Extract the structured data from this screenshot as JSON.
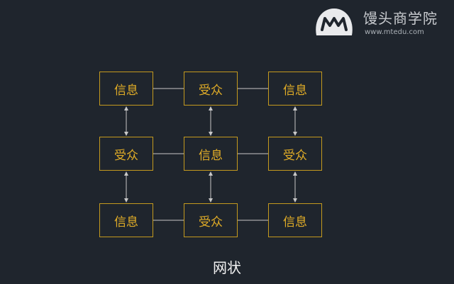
{
  "brand": {
    "name": "馒头商学院",
    "url": "www.mtedu.com",
    "logo_icon": "mantou-logo-icon"
  },
  "colors": {
    "background": "#1f252d",
    "node_border": "#c49a1e",
    "node_text": "#e3ae27",
    "connector": "#c8c8c8",
    "caption": "#f2f2f2"
  },
  "diagram": {
    "caption": "网状",
    "nodes": [
      {
        "label": "信息"
      },
      {
        "label": "受众"
      },
      {
        "label": "信息"
      },
      {
        "label": "受众"
      },
      {
        "label": "信息"
      },
      {
        "label": "受众"
      },
      {
        "label": "信息"
      },
      {
        "label": "受众"
      },
      {
        "label": "信息"
      }
    ]
  }
}
